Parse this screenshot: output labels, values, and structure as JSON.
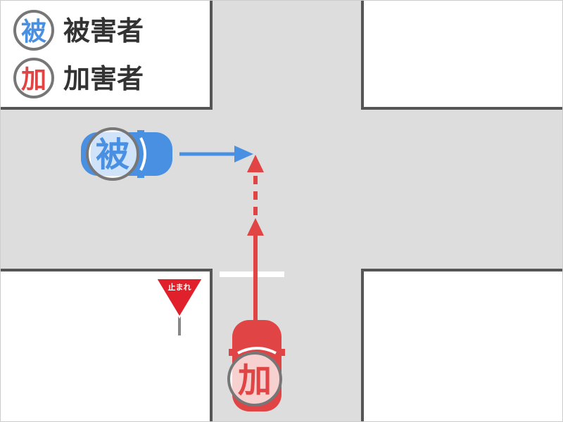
{
  "legend": {
    "victim": {
      "symbol": "被",
      "label": "被害者"
    },
    "offender": {
      "symbol": "加",
      "label": "加害者"
    }
  },
  "vehicles": {
    "victim": {
      "symbol": "被",
      "direction": "right"
    },
    "offender": {
      "symbol": "加",
      "direction": "up"
    }
  },
  "sign": {
    "text": "止まれ"
  },
  "colors": {
    "road": "#dddddd",
    "curb": "#555555",
    "victim": "#4a90e2",
    "offender": "#e04444",
    "badge_ring": "#777777",
    "legend_text": "#333333",
    "stop_line": "#ffffff"
  }
}
